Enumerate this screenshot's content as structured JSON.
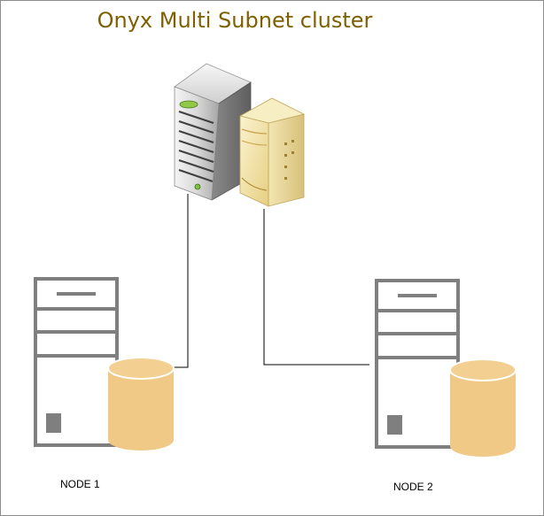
{
  "diagram": {
    "title": "Onyx Multi Subnet cluster",
    "nodes": [
      {
        "label": "NODE 1"
      },
      {
        "label": "NODE 2"
      }
    ],
    "components": {
      "top_server_icon": "server-tower-icon",
      "top_document_icon": "document-stack-icon",
      "node_server_icon": "server-outline-icon",
      "node_database_icon": "database-cylinder-icon"
    },
    "colors": {
      "title": "#7f6000",
      "database_fill": "#f1c987",
      "server_outline": "#7f7f7f",
      "connector": "#000000"
    }
  }
}
